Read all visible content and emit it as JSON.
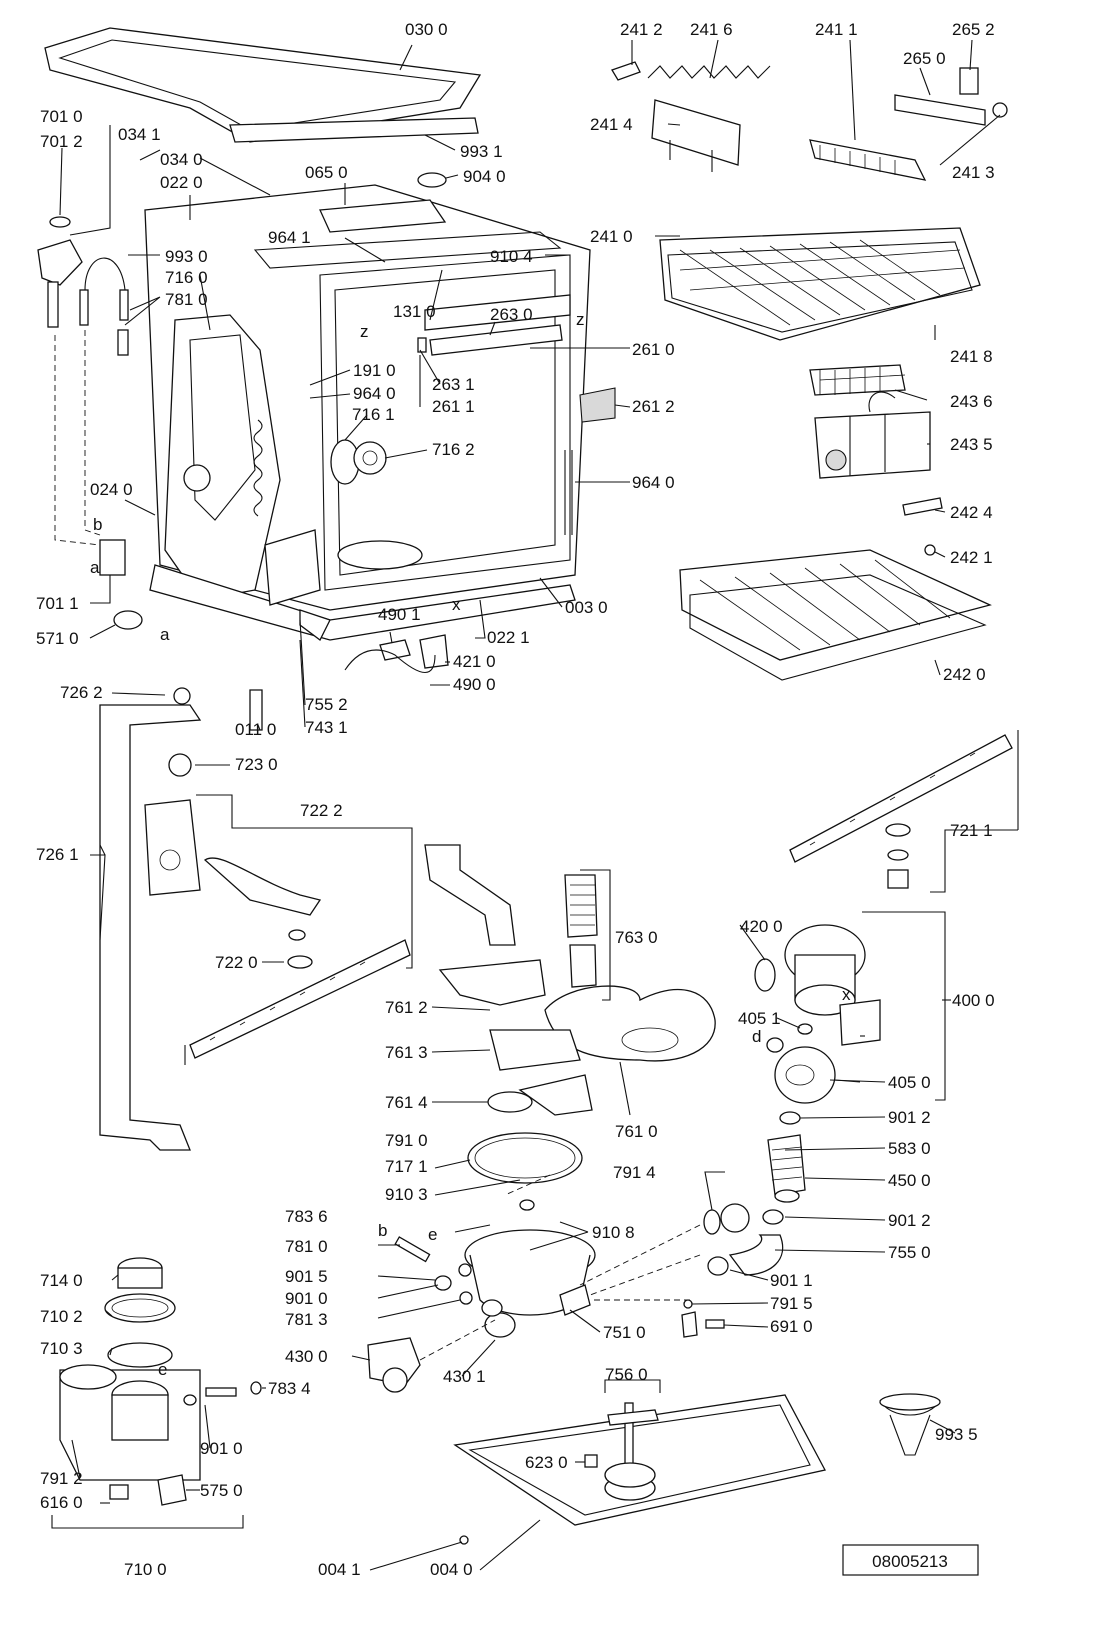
{
  "reference_number": "08005213",
  "markers": {
    "a": "a",
    "b": "b",
    "d": "d",
    "e": "e",
    "x": "x",
    "z": "z"
  },
  "labels": [
    "030 0",
    "241 2",
    "241 6",
    "241 1",
    "265 2",
    "265 0",
    "993 1",
    "904 0",
    "034 1",
    "034 0",
    "022 0",
    "065 0",
    "701 0",
    "701 2",
    "241 4",
    "241 3",
    "241 0",
    "910 4",
    "964 1",
    "993 0",
    "716 0",
    "781 0",
    "131 0",
    "263 0",
    "261 0",
    "191 0",
    "964 0",
    "241 8",
    "263 1",
    "261 1",
    "261 2",
    "716 1",
    "716 2",
    "243 6",
    "243 5",
    "964 0",
    "024 0",
    "242 4",
    "242 1",
    "701 1",
    "571 0",
    "003 0",
    "022 1",
    "490 1",
    "421 0",
    "490 0",
    "242 0",
    "726 2",
    "755 2",
    "011 0",
    "743 1",
    "723 0",
    "722 2",
    "721 1",
    "726 1",
    "763 0",
    "420 0",
    "400 0",
    "722 0",
    "761 2",
    "405 1",
    "761 3",
    "405 0",
    "761 4",
    "761 0",
    "901 2",
    "791 0",
    "583 0",
    "717 1",
    "791 4",
    "450 0",
    "910 3",
    "910 8",
    "901 2",
    "783 6",
    "755 0",
    "781 0",
    "901 5",
    "901 1",
    "901 0",
    "791 5",
    "781 3",
    "751 0",
    "691 0",
    "714 0",
    "710 2",
    "430 0",
    "430 1",
    "710 3",
    "783 4",
    "756 0",
    "901 0",
    "993 5",
    "623 0",
    "791 2",
    "616 0",
    "575 0",
    "004 1",
    "004 0",
    "710 0"
  ]
}
